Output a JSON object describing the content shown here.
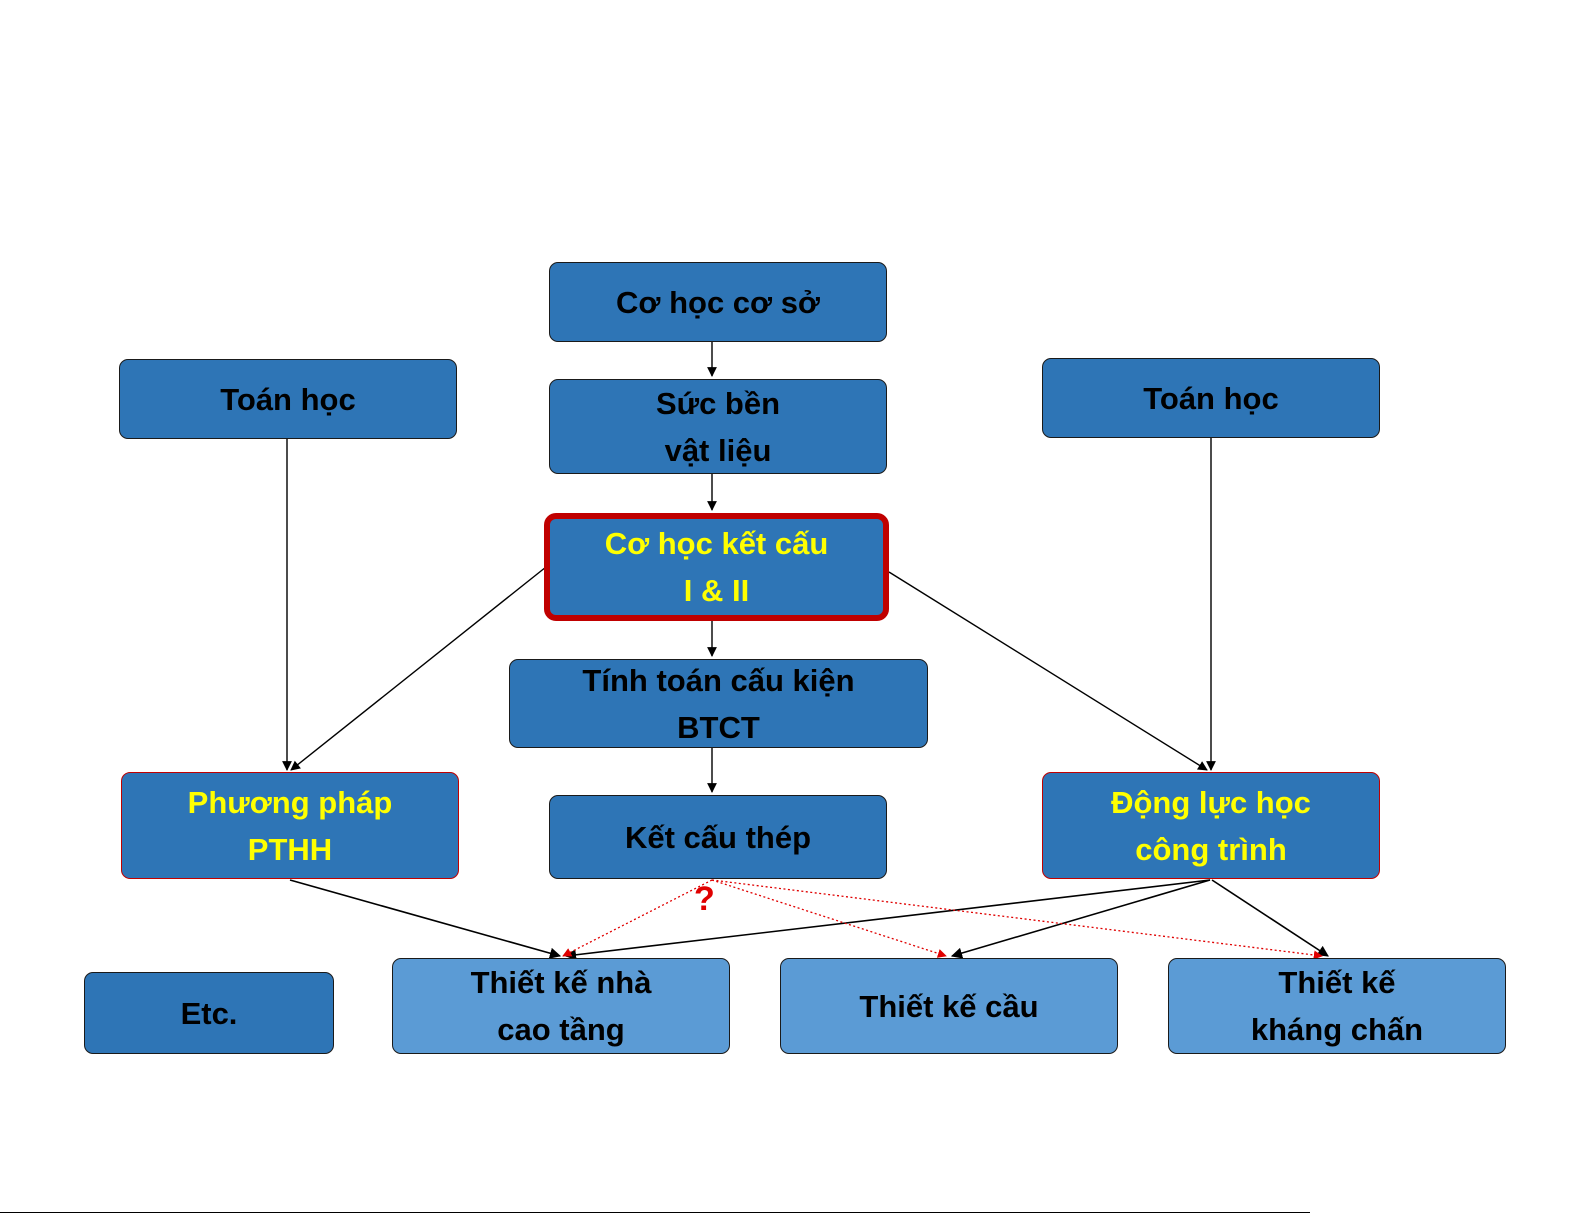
{
  "nodes": {
    "co_hoc_co_so": "Cơ học cơ sở",
    "toan_hoc_left": "Toán học",
    "toan_hoc_right": "Toán học",
    "suc_ben_vat_lieu": "Sức bền\nvật liệu",
    "co_hoc_ket_cau": "Cơ học kết cấu\nI & II",
    "tinh_toan_cau_kien": "Tính toán cấu kiện\nBTCT",
    "phuong_phap_pthh": "Phương pháp\nPTHH",
    "ket_cau_thep": "Kết cấu thép",
    "dong_luc_hoc": "Động lực học\ncông trình",
    "etc": "Etc.",
    "thiet_ke_nha_cao_tang": "Thiết kế nhà\ncao tầng",
    "thiet_ke_cau": "Thiết kế cầu",
    "thiet_ke_khang_chan": "Thiết kế\nkháng chấn"
  },
  "question_mark": "?",
  "colors": {
    "dark_fill": "#2e75b6",
    "light_fill": "#5b9bd5",
    "highlight_text": "#ffff00",
    "highlight_border": "#c00000",
    "uncertain_edge": "#e00000"
  },
  "edges": [
    {
      "from": "co_hoc_co_so",
      "to": "suc_ben_vat_lieu",
      "style": "solid"
    },
    {
      "from": "suc_ben_vat_lieu",
      "to": "co_hoc_ket_cau",
      "style": "solid"
    },
    {
      "from": "co_hoc_ket_cau",
      "to": "tinh_toan_cau_kien",
      "style": "solid"
    },
    {
      "from": "tinh_toan_cau_kien",
      "to": "ket_cau_thep",
      "style": "solid"
    },
    {
      "from": "toan_hoc_left",
      "to": "phuong_phap_pthh",
      "style": "solid"
    },
    {
      "from": "co_hoc_ket_cau",
      "to": "phuong_phap_pthh",
      "style": "solid"
    },
    {
      "from": "toan_hoc_right",
      "to": "dong_luc_hoc",
      "style": "solid"
    },
    {
      "from": "co_hoc_ket_cau",
      "to": "dong_luc_hoc",
      "style": "solid"
    },
    {
      "from": "phuong_phap_pthh",
      "to": "thiet_ke_nha_cao_tang",
      "style": "solid"
    },
    {
      "from": "dong_luc_hoc",
      "to": "thiet_ke_nha_cao_tang",
      "style": "solid"
    },
    {
      "from": "dong_luc_hoc",
      "to": "thiet_ke_cau",
      "style": "solid"
    },
    {
      "from": "dong_luc_hoc",
      "to": "thiet_ke_khang_chan",
      "style": "solid"
    },
    {
      "from": "ket_cau_thep",
      "to": "thiet_ke_nha_cao_tang",
      "style": "dotted"
    },
    {
      "from": "ket_cau_thep",
      "to": "thiet_ke_cau",
      "style": "dotted"
    },
    {
      "from": "ket_cau_thep",
      "to": "thiet_ke_khang_chan",
      "style": "dotted"
    }
  ]
}
